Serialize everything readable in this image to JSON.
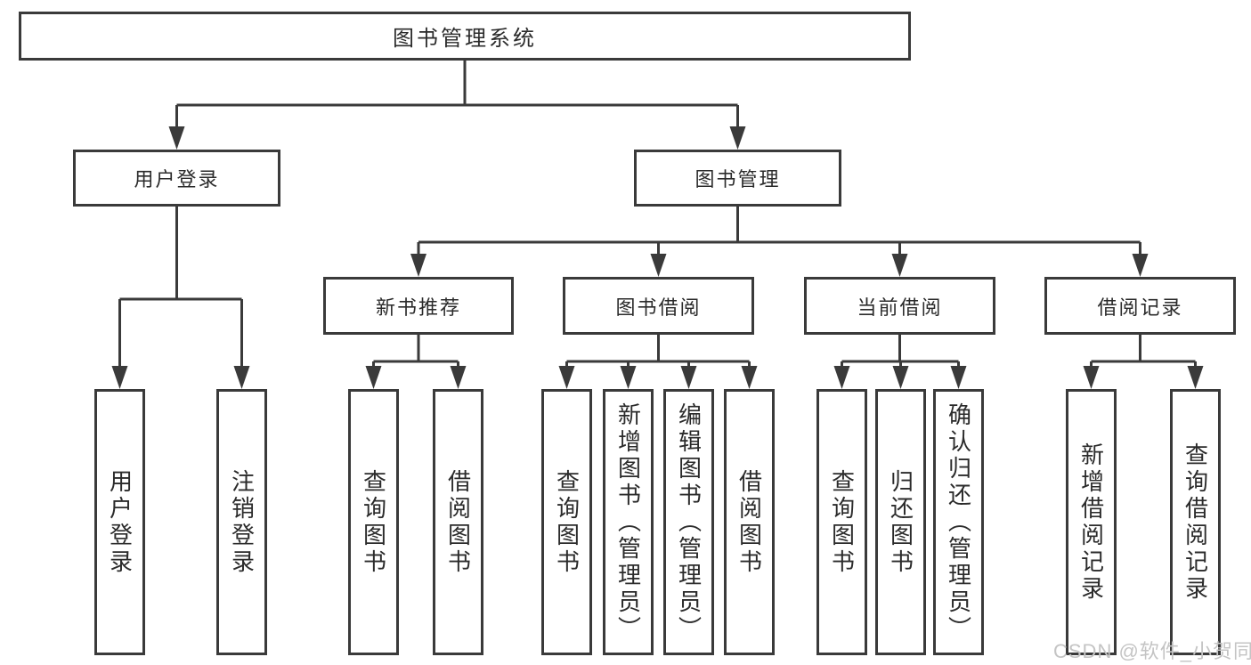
{
  "diagram": {
    "title": "图书管理系统",
    "colors": {
      "line": "#3a3a3a",
      "text": "#2b2b2b",
      "box_bg": "#ffffff"
    },
    "nodes": {
      "root": {
        "label": "图书管理系统"
      },
      "userLogin": {
        "label": "用户登录"
      },
      "bookMgmt": {
        "label": "图书管理"
      },
      "newBookRec": {
        "label": "新书推荐"
      },
      "bookBorrow": {
        "label": "图书借阅"
      },
      "currentBorrow": {
        "label": "当前借阅"
      },
      "borrowRecords": {
        "label": "借阅记录"
      },
      "leafUserLogin": {
        "label": "用户登录"
      },
      "leafLogout": {
        "label": "注销登录"
      },
      "leafQueryBooks1": {
        "label": "查询图书"
      },
      "leafBorrowBooks1": {
        "label": "借阅图书"
      },
      "leafQueryBooks2": {
        "label": "查询图书"
      },
      "leafAddBookAdmin": {
        "label": "新增图书（管理员）"
      },
      "leafEditBookAdmin": {
        "label": "编辑图书（管理员）"
      },
      "leafBorrowBooks2": {
        "label": "借阅图书"
      },
      "leafQueryBooks3": {
        "label": "查询图书"
      },
      "leafReturnBook": {
        "label": "归还图书"
      },
      "leafConfirmReturnAdmin": {
        "label": "确认归还（管理员）"
      },
      "leafAddBorrowRecord": {
        "label": "新增借阅记录"
      },
      "leafQueryBorrowRecord": {
        "label": "查询借阅记录"
      }
    }
  },
  "watermark": {
    "text": "CSDN @软件_小贺同学",
    "color": "#c4c4c4"
  }
}
